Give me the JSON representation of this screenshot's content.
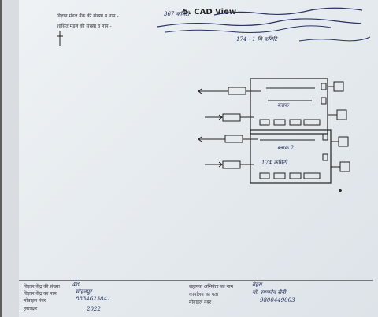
{
  "header": {
    "title": "5. CAD View",
    "line1_printed": "विज्ञान मंडल बैंक की संख्या व नाम -",
    "line1_hand": "367 कमिटी",
    "line2_printed": "शासित मंडल की संख्या व नाम -",
    "line2_hand": "174 - 1 मि कमिटि"
  },
  "diagram": {
    "block1_label": "ब्लाक",
    "block2_label": "ब्लाक 2",
    "block2_sub": "174 कमिटी"
  },
  "footer": {
    "left": {
      "row1_label": "विज्ञान केंद्र की संख्या",
      "row1_value": "48",
      "row2_label": "विज्ञान केंद्र का नाम",
      "row2_value": "मोहनपुर",
      "row3_label": "मोबाइल नंबर",
      "row3_value": "8834623841",
      "row4_label": "हस्ताक्षर",
      "row4_value": "2022"
    },
    "right": {
      "row1_label": "सहायक अभियंता का नाम",
      "row1_value": "बेहरा",
      "row2_label": "कार्यालय का पता",
      "row2_value": "मो. रमणदेव सैनी",
      "row3_label": "मोबाइल नंबर",
      "row3_value": "9800449003"
    }
  }
}
